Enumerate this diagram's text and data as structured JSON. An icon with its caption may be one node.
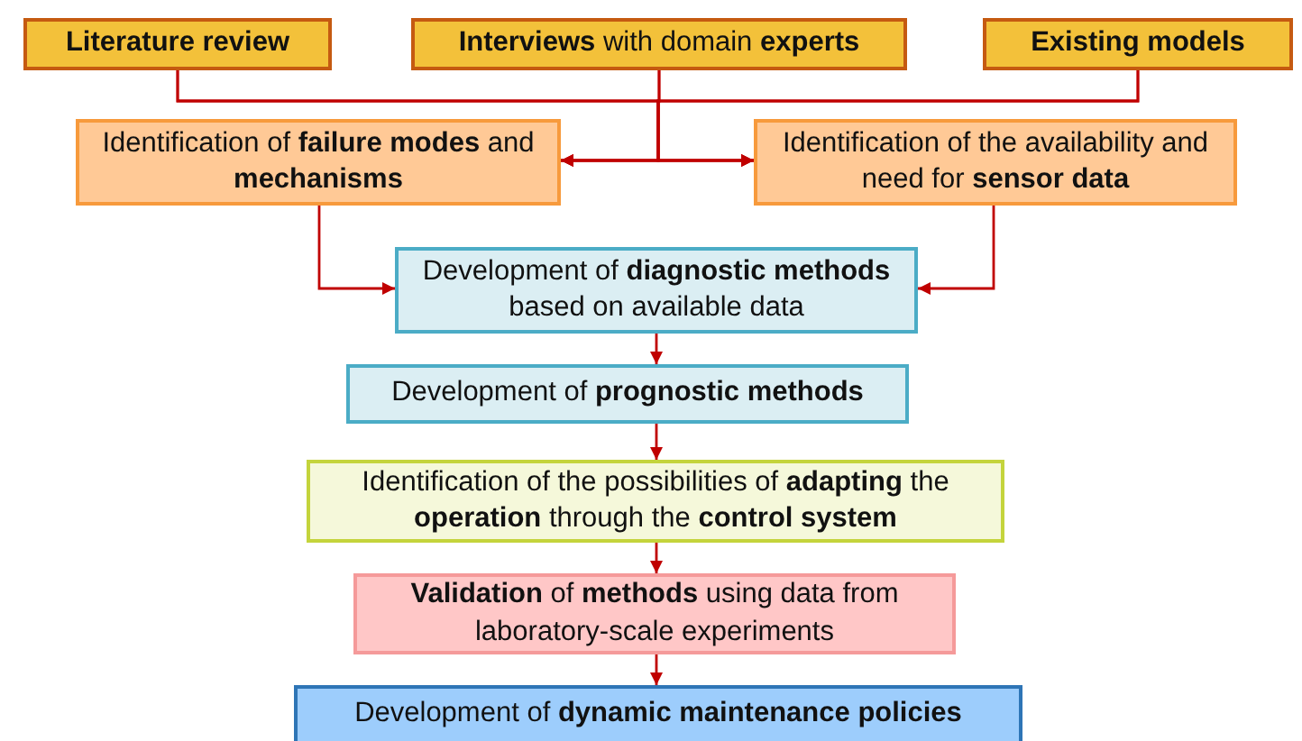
{
  "diagram": {
    "nodes": [
      {
        "text": [
          "Literature review"
        ]
      },
      {
        "text": [
          "**Interviews** with domain **experts**"
        ]
      },
      {
        "text": [
          "Existing models"
        ]
      },
      {
        "text": [
          "Identification of **failure modes** and **mechanisms**"
        ]
      },
      {
        "text": [
          "Identification of the availability and need for **sensor data**"
        ]
      },
      {
        "text": [
          "Development of **diagnostic methods** based on available data"
        ]
      },
      {
        "text": [
          "Development of **prognostic methods**"
        ]
      },
      {
        "text": [
          "Identification of the possibilities of **adapting** the **operation** through the **control system**"
        ]
      },
      {
        "text": [
          "**Validation** of **methods** using data from laboratory-scale experiments"
        ]
      },
      {
        "text": [
          "Development of **dynamic maintenance policies**"
        ]
      }
    ],
    "edges": [
      {
        "from": 0,
        "to": 3,
        "arrow": "to"
      },
      {
        "from": 0,
        "to": 4,
        "arrow": "to"
      },
      {
        "from": 1,
        "to": 3,
        "arrow": "to"
      },
      {
        "from": 1,
        "to": 4,
        "arrow": "to"
      },
      {
        "from": 2,
        "to": 3,
        "arrow": "to"
      },
      {
        "from": 2,
        "to": 4,
        "arrow": "to"
      },
      {
        "from": 3,
        "to": 5,
        "arrow": "to"
      },
      {
        "from": 4,
        "to": 5,
        "arrow": "to"
      },
      {
        "from": 5,
        "to": 6,
        "arrow": "to"
      },
      {
        "from": 6,
        "to": 7,
        "arrow": "to"
      },
      {
        "from": 7,
        "to": 8,
        "arrow": "to"
      },
      {
        "from": 8,
        "to": 9,
        "arrow": "to"
      }
    ]
  }
}
